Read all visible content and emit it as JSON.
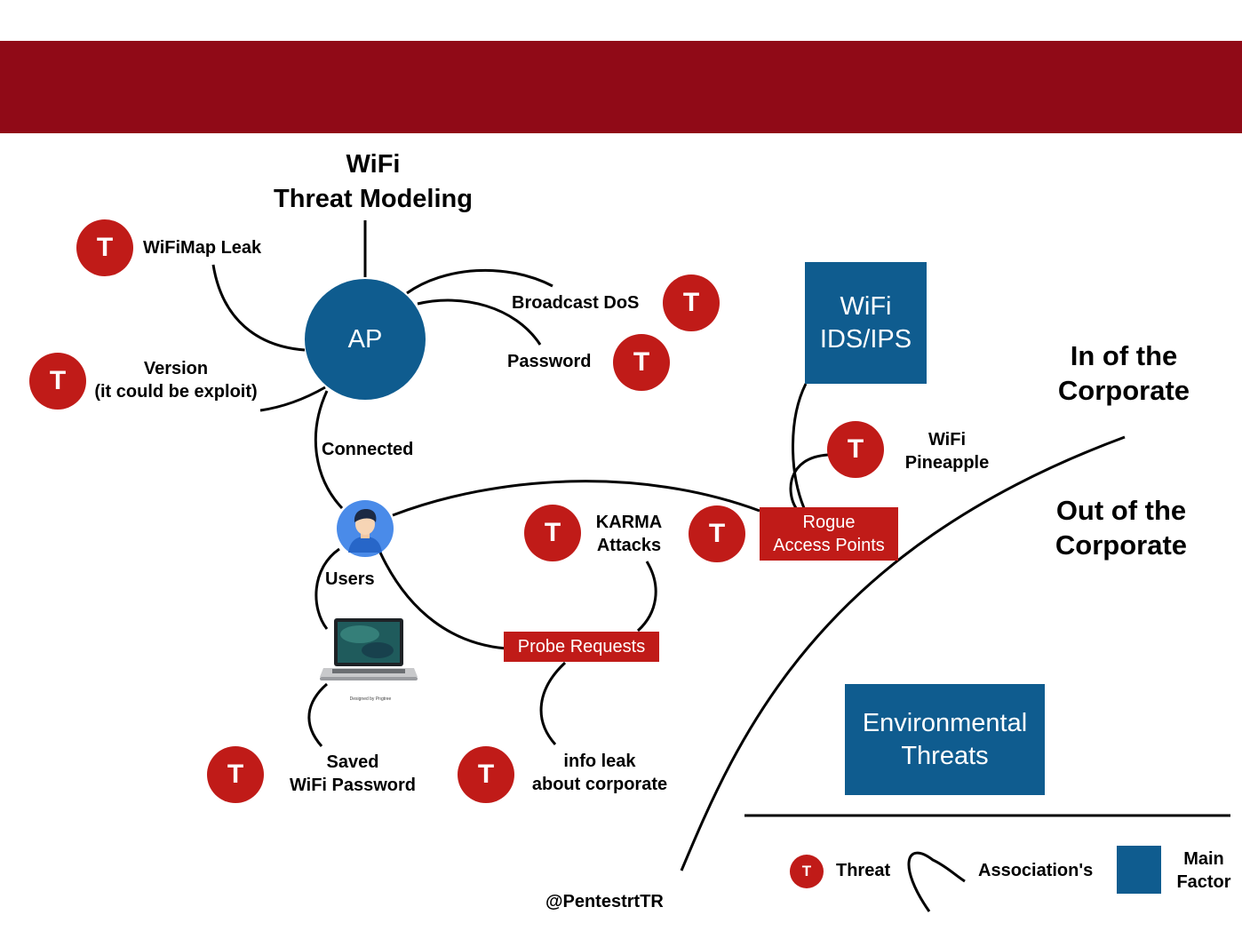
{
  "title_line1": "WiFi",
  "title_line2": "Threat Modeling",
  "threat_symbol": "T",
  "ap_label": "AP",
  "threats": {
    "wifimap_leak": "WiFiMap Leak",
    "version_line1": "Version",
    "version_line2": "(it could be exploit)",
    "broadcast_dos": "Broadcast DoS",
    "password": "Password",
    "wifi_pineapple_line1": "WiFi",
    "wifi_pineapple_line2": "Pineapple",
    "karma_line1": "KARMA",
    "karma_line2": "Attacks",
    "saved_pw_line1": "Saved",
    "saved_pw_line2": "WiFi Password",
    "info_leak_line1": "info leak",
    "info_leak_line2": "about corporate"
  },
  "connected_label": "Connected",
  "users_label": "Users",
  "laptop_caption": "Designed by Pngtree",
  "rogue_line1": "Rogue",
  "rogue_line2": "Access Points",
  "probe_requests": "Probe Requests",
  "ids_line1": "WiFi",
  "ids_line2": "IDS/IPS",
  "in_corp_line1": "In of the",
  "in_corp_line2": "Corporate",
  "out_corp_line1": "Out of the",
  "out_corp_line2": "Corporate",
  "env_line1": "Environmental",
  "env_line2": "Threats",
  "author": "@PentestrtTR",
  "legend": {
    "threat": "Threat",
    "associations": "Association's",
    "main_factor_line1": "Main",
    "main_factor_line2": "Factor"
  },
  "colors": {
    "banner": "#900a17",
    "threat_red": "#c01b18",
    "factor_blue": "#0f5c8f"
  }
}
